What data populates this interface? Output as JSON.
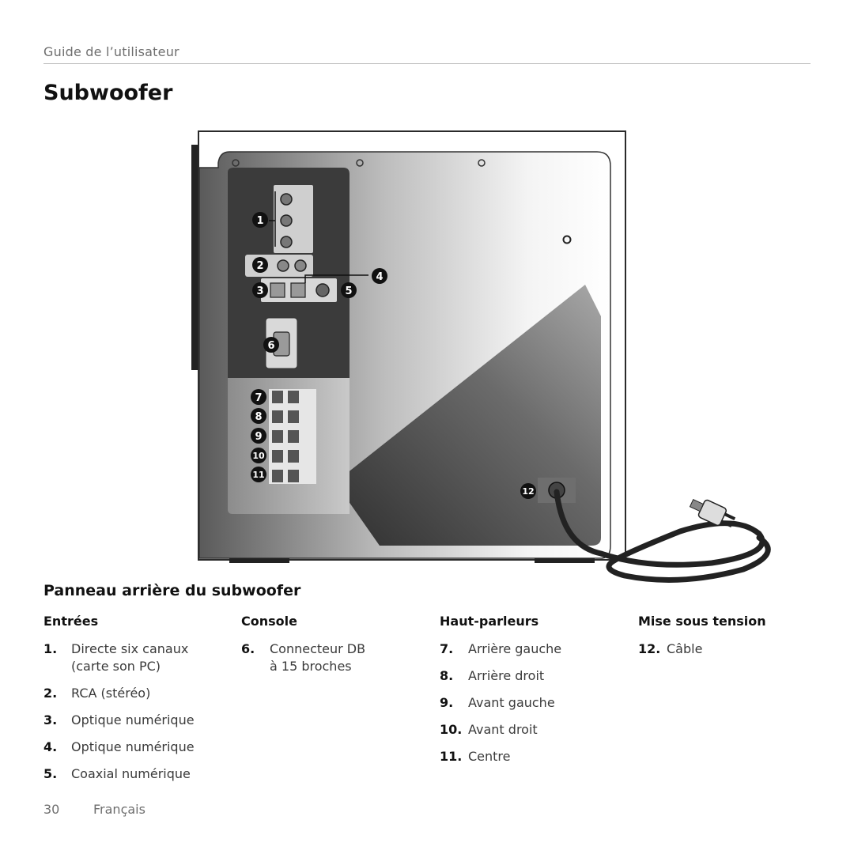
{
  "header": {
    "guide_label": "Guide de l’utilisateur"
  },
  "page_title": "Subwoofer",
  "figure": {
    "callouts": [
      "1",
      "2",
      "3",
      "4",
      "5",
      "6",
      "7",
      "8",
      "9",
      "10",
      "11",
      "12"
    ]
  },
  "section_title": "Panneau arrière du subwoofer",
  "columns": [
    {
      "heading": "Entrées",
      "items": [
        {
          "num": "1.",
          "text": "Directe six canaux\n(carte son PC)"
        },
        {
          "num": "2.",
          "text": "RCA (stéréo)"
        },
        {
          "num": "3.",
          "text": "Optique numérique"
        },
        {
          "num": "4.",
          "text": "Optique numérique"
        },
        {
          "num": "5.",
          "text": "Coaxial numérique"
        }
      ]
    },
    {
      "heading": "Console",
      "items": [
        {
          "num": "6.",
          "text": "Connecteur DB\nà 15 broches"
        }
      ]
    },
    {
      "heading": "Haut-parleurs",
      "items": [
        {
          "num": "7.",
          "text": "Arrière gauche"
        },
        {
          "num": "8.",
          "text": "Arrière droit"
        },
        {
          "num": "9.",
          "text": "Avant gauche"
        },
        {
          "num": "10.",
          "text": "Avant droit"
        },
        {
          "num": "11.",
          "text": "Centre"
        }
      ]
    },
    {
      "heading": "Mise sous tension",
      "items": [
        {
          "num": "12.",
          "text": "Câble"
        }
      ]
    }
  ],
  "footer": {
    "page_number": "30",
    "language": "Français"
  }
}
